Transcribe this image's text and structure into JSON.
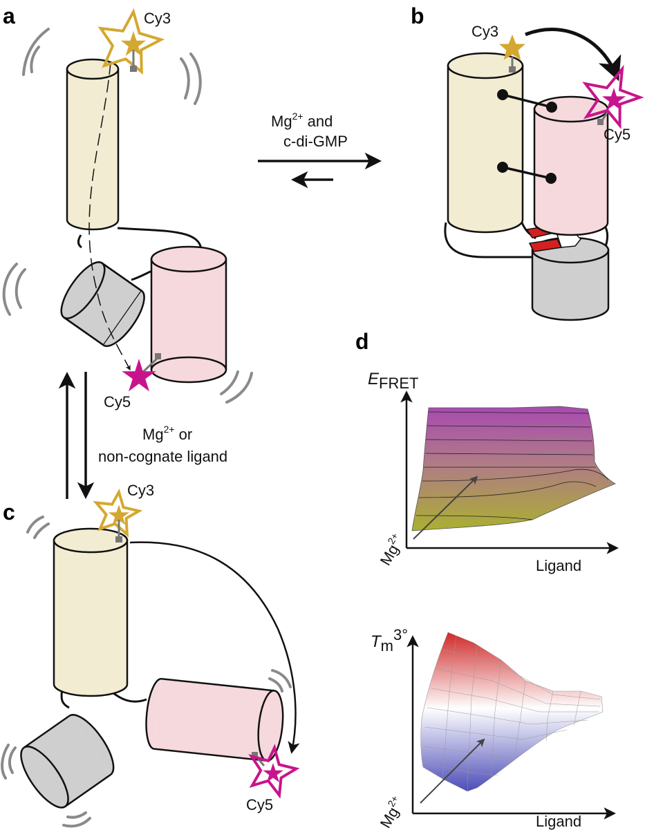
{
  "panels": {
    "a": "a",
    "b": "b",
    "c": "c",
    "d": "d"
  },
  "dyes": {
    "cy3": "Cy3",
    "cy5": "Cy5"
  },
  "arrows": {
    "horizontal_line1": "Mg",
    "horizontal_sup1": "2+",
    "horizontal_line1_tail": " and",
    "horizontal_line2": "c-di-GMP",
    "vertical_line1": "Mg",
    "vertical_sup1": "2+",
    "vertical_line1_tail": " or",
    "vertical_line2": "non-cognate ligand"
  },
  "plot_top": {
    "z_label_main": "E",
    "z_label_sub": "FRET",
    "x_label": "Ligand",
    "depth_label": "Mg",
    "depth_sup": "2+"
  },
  "plot_bottom": {
    "z_label_main": "T",
    "z_label_sub": "m",
    "z_label_sup": "3°",
    "x_label": "Ligand",
    "depth_label": "Mg",
    "depth_sup": "2+"
  },
  "colors": {
    "helix_yellow": "#f2ecd2",
    "helix_pink": "#f6d9dd",
    "helix_gray": "#cfcfcf",
    "cy3_gold": "#d4a830",
    "cy5_magenta": "#c8148c",
    "surface_top_high": "#b04aa8",
    "surface_top_low": "#b0b030",
    "surface_bottom_high": "#d23030",
    "surface_bottom_low": "#5050b8"
  }
}
